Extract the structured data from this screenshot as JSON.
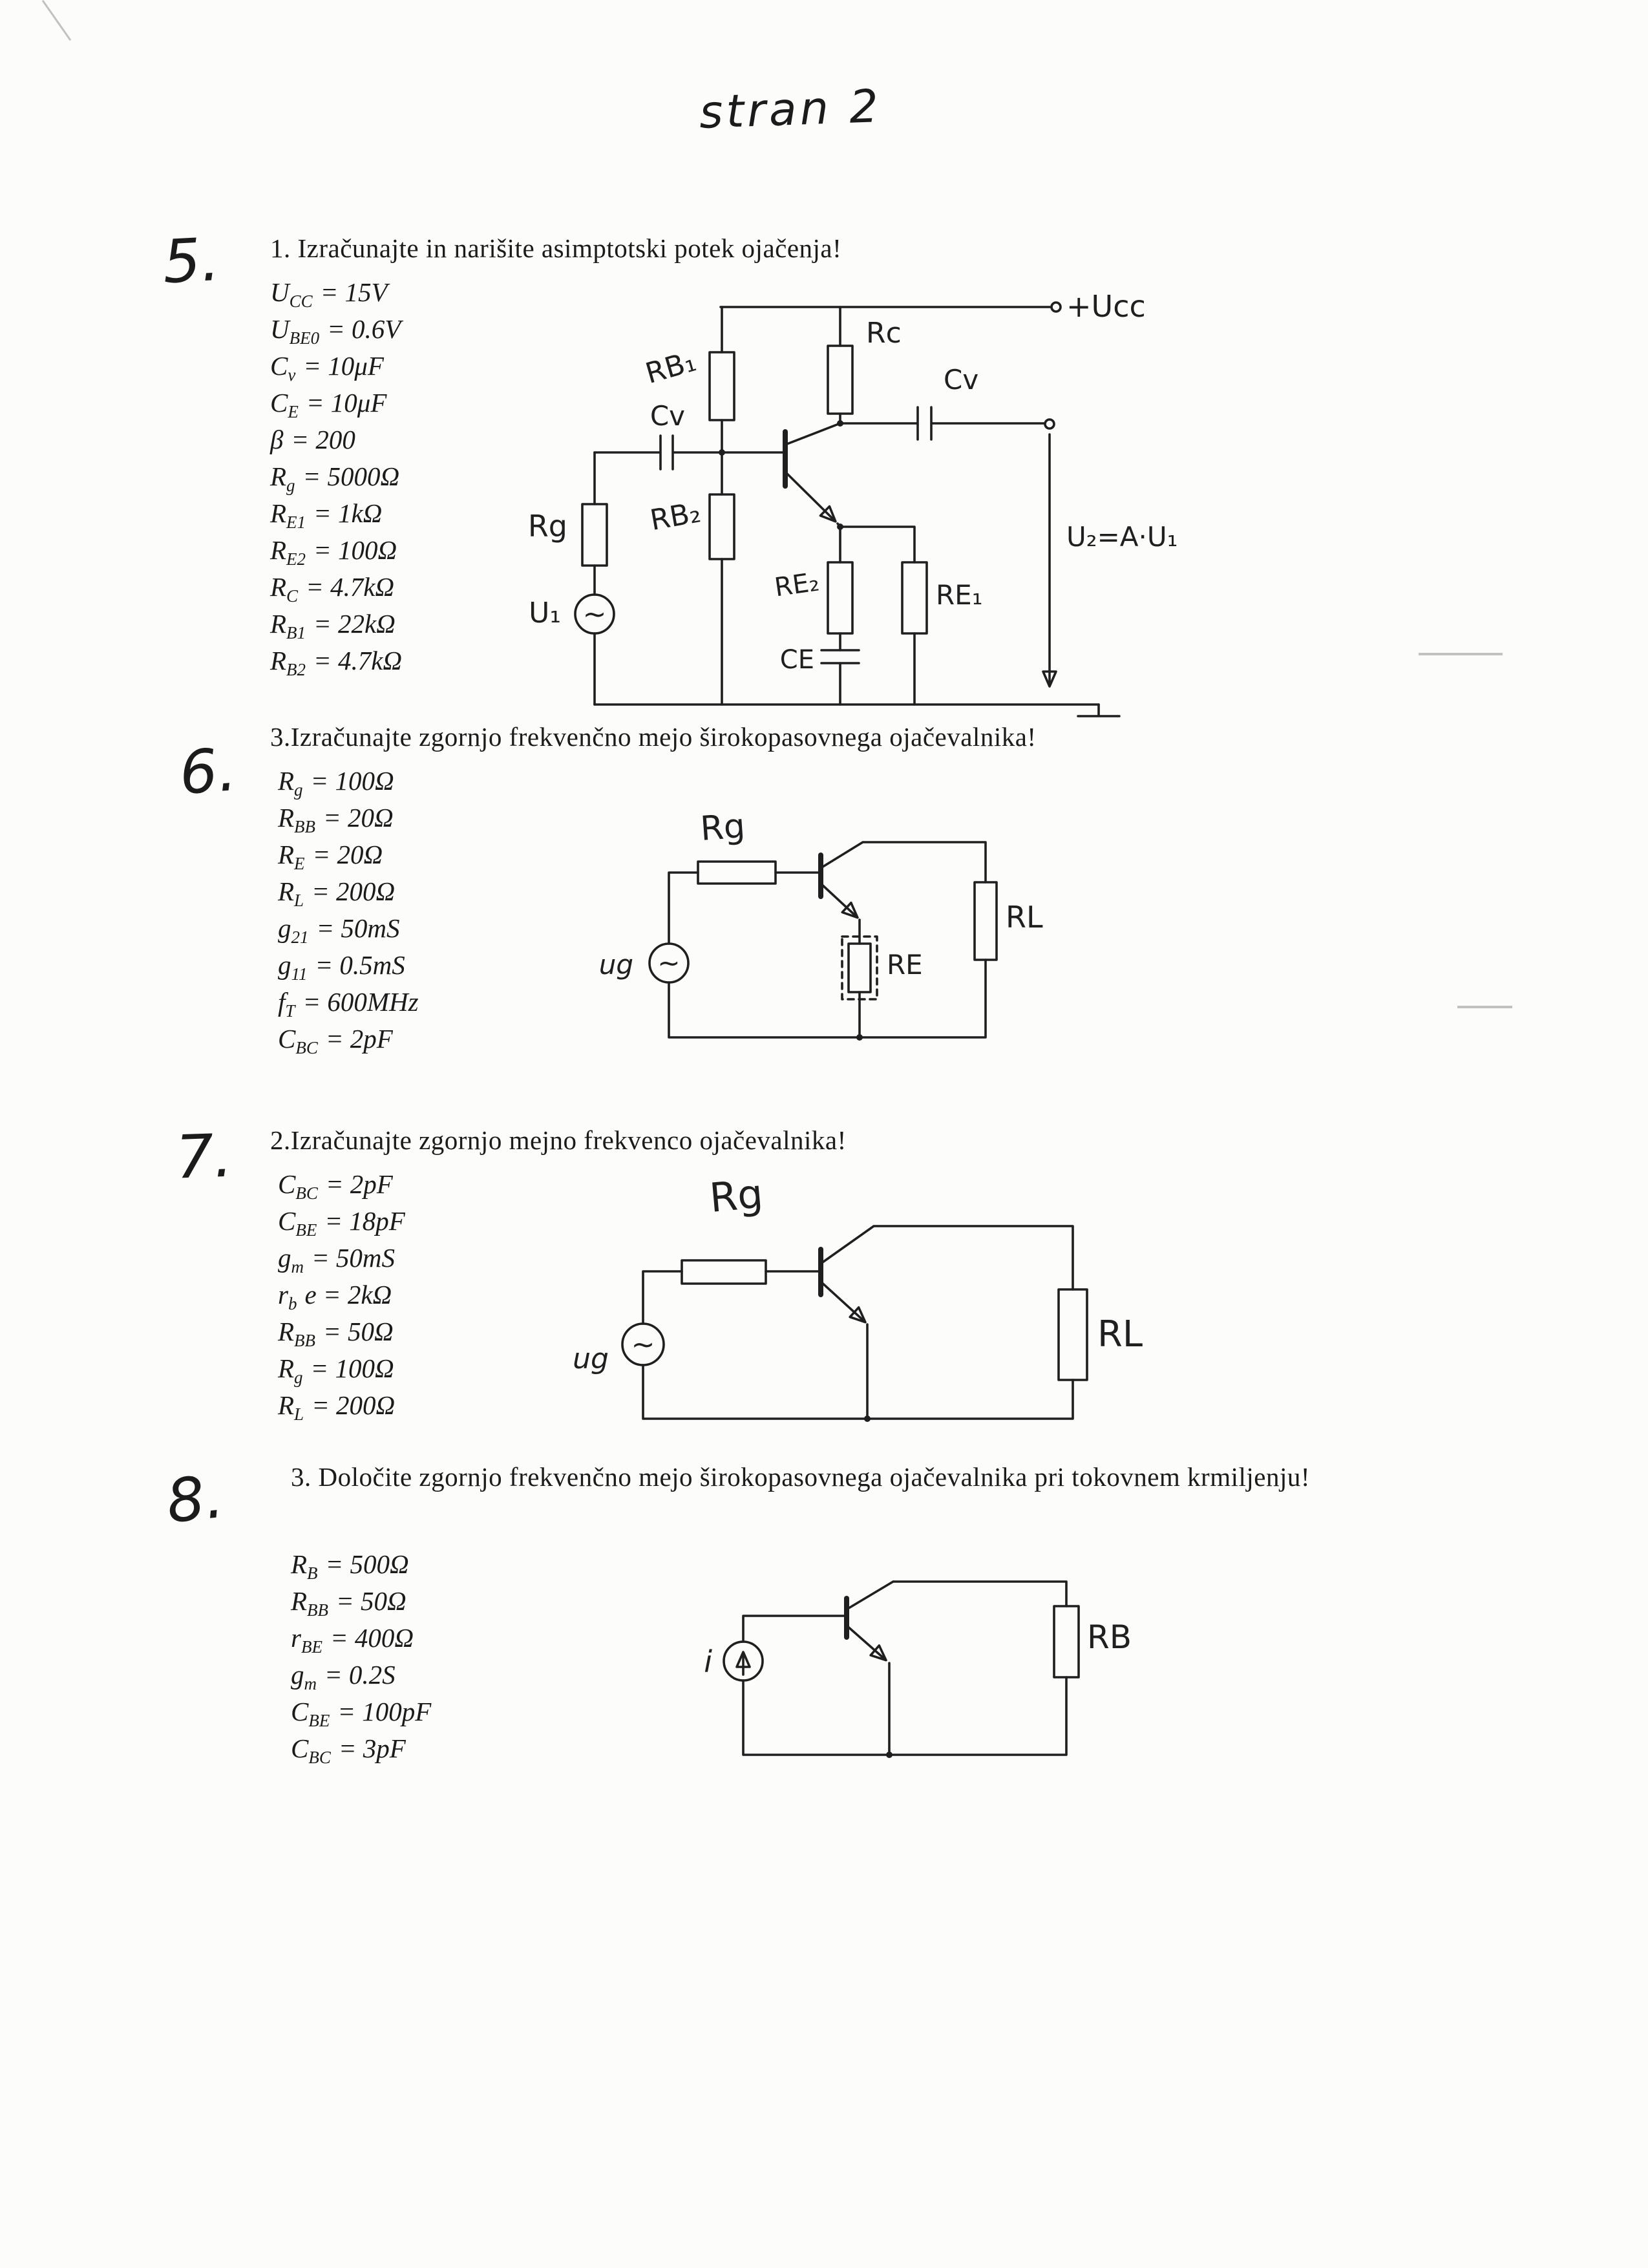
{
  "page": {
    "title": "stran 2"
  },
  "problems": [
    {
      "number": "5.",
      "heading": "1. Izračunajte in narišite asimptotski potek ojačenja!",
      "params": [
        {
          "s": "U",
          "sub": "CC",
          "v": "= 15V"
        },
        {
          "s": "U",
          "sub": "BE0",
          "v": "= 0.6V"
        },
        {
          "s": "C",
          "sub": "v",
          "v": "= 10μF"
        },
        {
          "s": "C",
          "sub": "E",
          "v": "= 10μF"
        },
        {
          "s": "β",
          "sub": "",
          "v": "= 200"
        },
        {
          "s": "R",
          "sub": "g",
          "v": "= 5000Ω"
        },
        {
          "s": "R",
          "sub": "E1",
          "v": "= 1kΩ"
        },
        {
          "s": "R",
          "sub": "E2",
          "v": "= 100Ω"
        },
        {
          "s": "R",
          "sub": "C",
          "v": "= 4.7kΩ"
        },
        {
          "s": "R",
          "sub": "B1",
          "v": "= 22kΩ"
        },
        {
          "s": "R",
          "sub": "B2",
          "v": "= 4.7kΩ"
        }
      ],
      "circuit_labels": {
        "rb1": "RB₁",
        "rc": "Rc",
        "cv_left": "Cv",
        "cv_right": "Cv",
        "rb2": "RB₂",
        "re2": "RE₂",
        "re1": "RE₁",
        "ce": "CE",
        "rg": "Rg",
        "u1": "U₁",
        "ucc": "+Ucc",
        "u2": "U₂=A·U₁",
        "tilde": "~"
      }
    },
    {
      "number": "6.",
      "heading": "3.Izračunajte zgornjo frekvenčno mejo širokopasovnega ojačevalnika!",
      "params": [
        {
          "s": "R",
          "sub": "g",
          "v": "= 100Ω"
        },
        {
          "s": "R",
          "sub": "BB",
          "v": "= 20Ω"
        },
        {
          "s": "R",
          "sub": "E",
          "v": "= 20Ω"
        },
        {
          "s": "R",
          "sub": "L",
          "v": "= 200Ω"
        },
        {
          "s": "g",
          "sub": "21",
          "v": "= 50mS"
        },
        {
          "s": "g",
          "sub": "11",
          "v": "= 0.5mS"
        },
        {
          "s": "f",
          "sub": "T",
          "v": "= 600MHz"
        },
        {
          "s": "C",
          "sub": "BC",
          "v": "= 2pF"
        }
      ],
      "circuit_labels": {
        "rg": "Rg",
        "ug": "ug",
        "re": "RE",
        "rl": "RL",
        "tilde": "~"
      }
    },
    {
      "number": "7.",
      "heading": "2.Izračunajte zgornjo mejno frekvenco ojačevalnika!",
      "params": [
        {
          "s": "C",
          "sub": "BC",
          "v": "= 2pF"
        },
        {
          "s": "C",
          "sub": "BE",
          "v": "= 18pF"
        },
        {
          "s": "g",
          "sub": "m",
          "v": "= 50mS"
        },
        {
          "s": "r",
          "sub": "b",
          "v": "e = 2kΩ"
        },
        {
          "s": "R",
          "sub": "BB",
          "v": "= 50Ω"
        },
        {
          "s": "R",
          "sub": "g",
          "v": "= 100Ω"
        },
        {
          "s": "R",
          "sub": "L",
          "v": "= 200Ω"
        }
      ],
      "circuit_labels": {
        "rg": "Rg",
        "ug": "ug",
        "rl": "RL",
        "tilde": "~"
      }
    },
    {
      "number": "8.",
      "heading": "3. Določite zgornjo frekvenčno mejo širokopasovnega ojačevalnika pri tokovnem krmiljenju!",
      "params": [
        {
          "s": "R",
          "sub": "B",
          "v": "= 500Ω"
        },
        {
          "s": "R",
          "sub": "BB",
          "v": "= 50Ω"
        },
        {
          "s": "r",
          "sub": "BE",
          "v": "= 400Ω"
        },
        {
          "s": "g",
          "sub": "m",
          "v": "= 0.2S"
        },
        {
          "s": "C",
          "sub": "BE",
          "v": "= 100pF"
        },
        {
          "s": "C",
          "sub": "BC",
          "v": "= 3pF"
        }
      ],
      "circuit_labels": {
        "i": "i",
        "rb": "RB"
      }
    }
  ]
}
